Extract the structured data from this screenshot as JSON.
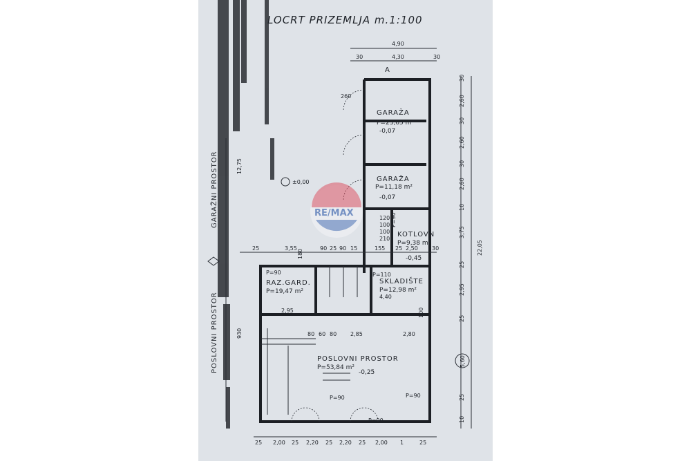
{
  "plan": {
    "title": "LOCRT PRIZEMLJA m.1:100",
    "rooms": [
      {
        "name": "GARAŽA",
        "area": "P=23,65 m²",
        "level": "-0,07"
      },
      {
        "name": "GARAŽA",
        "area": "P=11,18 m²",
        "level": "-0,07"
      },
      {
        "name": "KOTLOVN",
        "area": "P=9,38 m²",
        "level": "-0,45"
      },
      {
        "name": "SKLADIŠTE",
        "area": "P=12,98 m²"
      },
      {
        "name": "RAZ.GARD.",
        "area": "P=19,47 m²"
      },
      {
        "name": "POSLOVNI PROSTOR",
        "area": "P=53,84 m²",
        "level": "-0,25"
      }
    ],
    "side_labels": {
      "garage": "GARAŽNI PROSTOR",
      "office": "POSLOVNI PROSTOR",
      "ground_level": "±0,00",
      "length_garage": "12,75",
      "length_office": "930",
      "total_right": "22,05",
      "circled_dim": "5,60"
    },
    "top_dims": [
      "4,90",
      "30",
      "4,30",
      "30"
    ],
    "bottom_dims": [
      "25",
      "2,00",
      "25",
      "2,20",
      "25",
      "2,20",
      "25",
      "2,00",
      "1",
      "25"
    ],
    "right_dims": [
      "30",
      "2,60",
      "30",
      "2,60",
      "30",
      "2,60",
      "10",
      "3,75",
      "25",
      "2,95",
      "25",
      "25",
      "10"
    ],
    "left_mid_dims": [
      "25",
      "3,55",
      "90",
      "25",
      "90",
      "15",
      "155",
      "25",
      "2,50",
      "30"
    ],
    "door_marks": [
      "P=90",
      "P=110",
      "P=90",
      "P=90",
      "P=90",
      "P=90"
    ],
    "inner_dims": [
      "2,95",
      "4,40",
      "80",
      "60",
      "80",
      "2,85",
      "2,80",
      "180",
      "100",
      "260",
      "120",
      "100",
      "100",
      "210"
    ],
    "section_mark": "A"
  },
  "watermark": {
    "text": "RE/MAX",
    "colors": {
      "red": "#d9263a",
      "blue": "#1f4fa6"
    }
  }
}
